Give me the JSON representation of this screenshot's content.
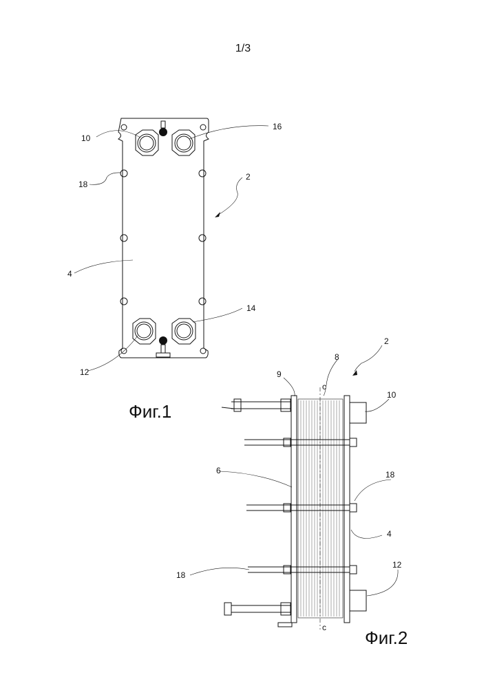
{
  "page_number": "1/3",
  "fig1": {
    "caption": "Фиг.1",
    "labels": {
      "l10": "10",
      "l16": "16",
      "l18": "18",
      "l2": "2",
      "l4": "4",
      "l14": "14",
      "l12": "12"
    }
  },
  "fig2": {
    "caption": "Фиг.2",
    "labels": {
      "l2": "2",
      "l8": "8",
      "l9": "9",
      "lc_top": "c",
      "l10": "10",
      "l6": "6",
      "l18_right": "18",
      "l4": "4",
      "l18_left": "18",
      "l12": "12",
      "lc_bottom": "c"
    }
  }
}
